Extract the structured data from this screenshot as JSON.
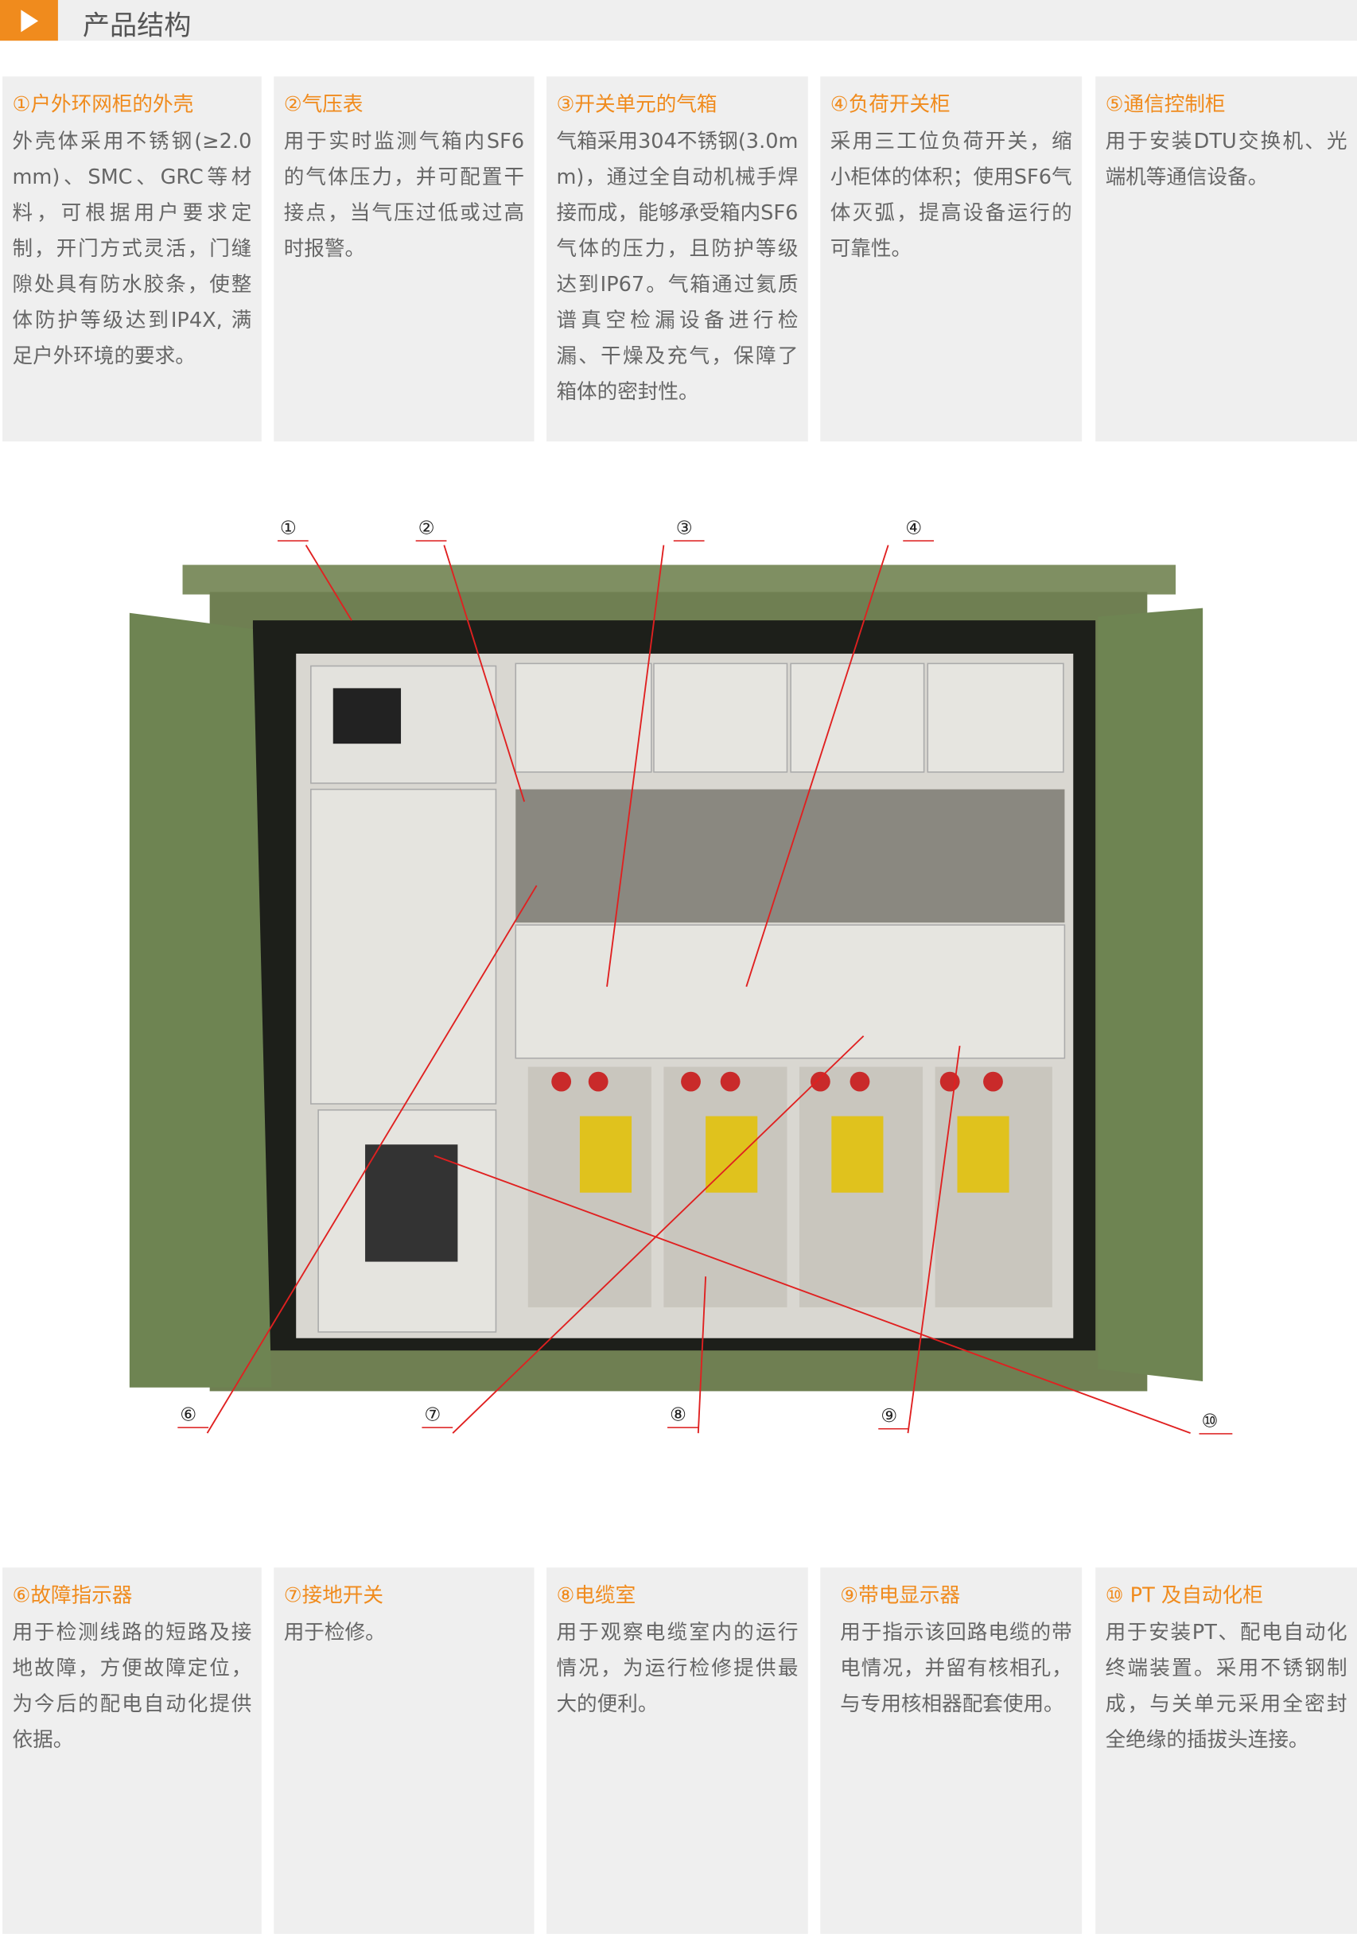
{
  "header": {
    "title": "产品结构",
    "icon": "play-icon",
    "accent": "#f08b1d"
  },
  "top_items": [
    {
      "title": "①户外环网柜的外壳",
      "text": "外壳体采用不锈钢(≥2.0mm)、SMC、GRC等材料，可根据用户要求定制，开门方式灵活，门缝隙处具有防水胶条，使整体防护等级达到IP4X, 满足户外环境的要求。"
    },
    {
      "title": "②气压表",
      "text": "用于实时监测气箱内SF6的气体压力，并可配置干接点，当气压过低或过高时报警。"
    },
    {
      "title": "③开关单元的气箱",
      "text": "气箱采用304不锈钢(3.0mm)，通过全自动机械手焊接而成，能够承受箱内SF6气体的压力，且防护等级达到IP67。气箱通过氦质谱真空检漏设备进行检漏、干燥及充气，保障了箱体的密封性。"
    },
    {
      "title": "④负荷开关柜",
      "text": "采用三工位负荷开关，缩小柜体的体积；使用SF6气体灭弧，提高设备运行的可靠性。"
    },
    {
      "title": "⑤通信控制柜",
      "text": "用于安装DTU交换机、光端机等通信设备。"
    }
  ],
  "callouts": [
    "①",
    "②",
    "③",
    "④",
    "⑥",
    "⑦",
    "⑧",
    "⑨",
    "⑩"
  ],
  "bottom_items": [
    {
      "title": "⑥故障指示器",
      "text": "用于检测线路的短路及接地故障，方便故障定位，为今后的配电自动化提供依据。"
    },
    {
      "title": "⑦接地开关",
      "text": "用于检修。"
    },
    {
      "title": "⑧电缆室",
      "text": "用于观察电缆室内的运行情况，为运行检修提供最大的便利。"
    },
    {
      "title": "⑨带电显示器",
      "text": "用于指示该回路电缆的带电情况，并留有核相孔，与专用核相器配套使用。"
    },
    {
      "title": "⑩ PT 及自动化柜",
      "text": "用于安装PT、配电自动化终端装置。采用不锈钢制成，与关单元采用全密封全绝缘的插拔头连接。"
    }
  ]
}
